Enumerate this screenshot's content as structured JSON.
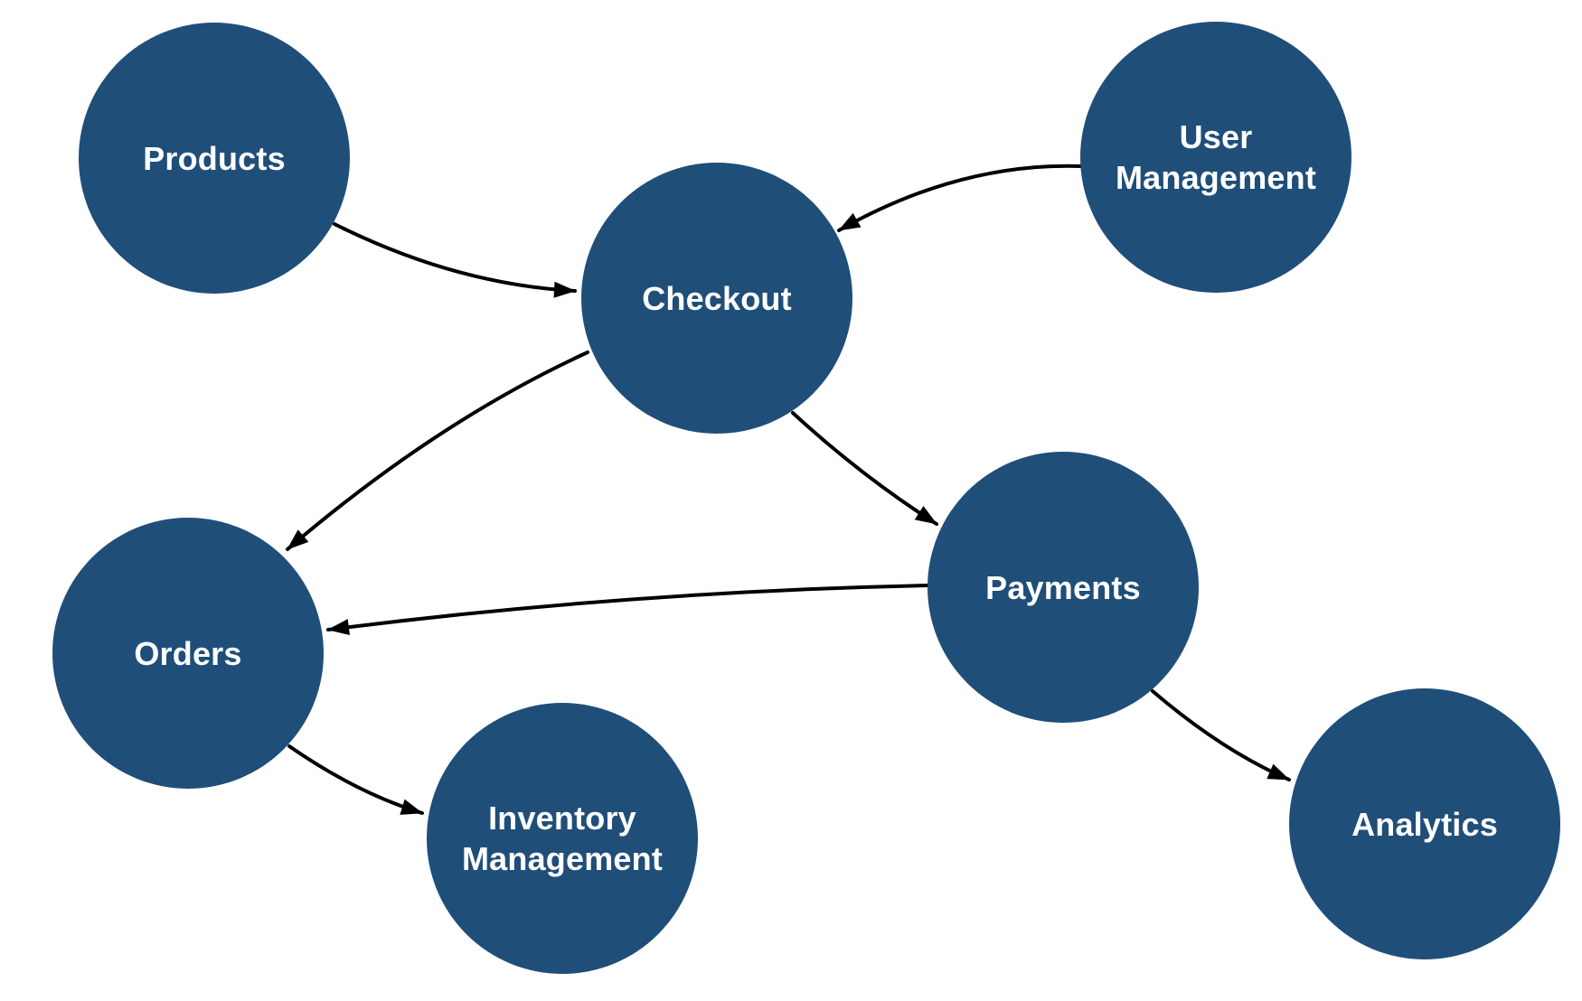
{
  "colors": {
    "node_fill": "#1F4E79",
    "node_text": "#FFFFFF",
    "edge_color": "#000000",
    "background": "#FFFFFF"
  },
  "diagram": {
    "type": "node-link-flow-diagram",
    "nodes": [
      {
        "id": "products",
        "label": "Products",
        "lines": [
          "Products"
        ]
      },
      {
        "id": "user-management",
        "label": "User Management",
        "lines": [
          "User",
          "Management"
        ]
      },
      {
        "id": "checkout",
        "label": "Checkout",
        "lines": [
          "Checkout"
        ]
      },
      {
        "id": "payments",
        "label": "Payments",
        "lines": [
          "Payments"
        ]
      },
      {
        "id": "orders",
        "label": "Orders",
        "lines": [
          "Orders"
        ]
      },
      {
        "id": "inventory-management",
        "label": "Inventory Management",
        "lines": [
          "Inventory",
          "Management"
        ]
      },
      {
        "id": "analytics",
        "label": "Analytics",
        "lines": [
          "Analytics"
        ]
      }
    ],
    "edges": [
      {
        "from": "Products",
        "to": "Checkout"
      },
      {
        "from": "User Management",
        "to": "Checkout"
      },
      {
        "from": "Checkout",
        "to": "Payments"
      },
      {
        "from": "Checkout",
        "to": "Orders"
      },
      {
        "from": "Payments",
        "to": "Orders"
      },
      {
        "from": "Orders",
        "to": "Inventory Management"
      },
      {
        "from": "Payments",
        "to": "Analytics"
      }
    ]
  }
}
